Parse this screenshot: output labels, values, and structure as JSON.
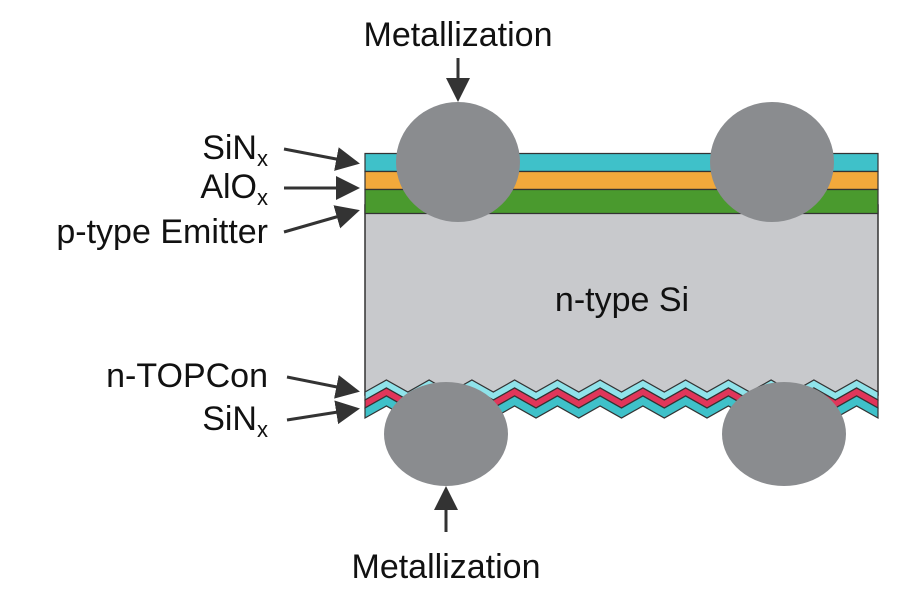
{
  "labels": {
    "metallization_top": "Metallization",
    "metallization_bottom": "Metallization",
    "sinx_top": {
      "base": "SiN",
      "sub": "x"
    },
    "alox": {
      "base": "AlO",
      "sub": "x"
    },
    "emitter": "p-type Emitter",
    "bulk": "n-type Si",
    "topcon": "n-TOPCon",
    "sinx_bottom": {
      "base": "SiN",
      "sub": "x"
    }
  },
  "colors": {
    "sinx_top": "#3fc1c9",
    "alox": "#f2a93b",
    "emitter": "#4a9a2e",
    "bulk": "#c8c9cc",
    "topcon": "#8fe3ea",
    "n_plus": "#e0365a",
    "sinx_bottom": "#3fc1c9",
    "metal": "#8a8c8f",
    "arrow": "#333333",
    "outline": "#333333"
  }
}
